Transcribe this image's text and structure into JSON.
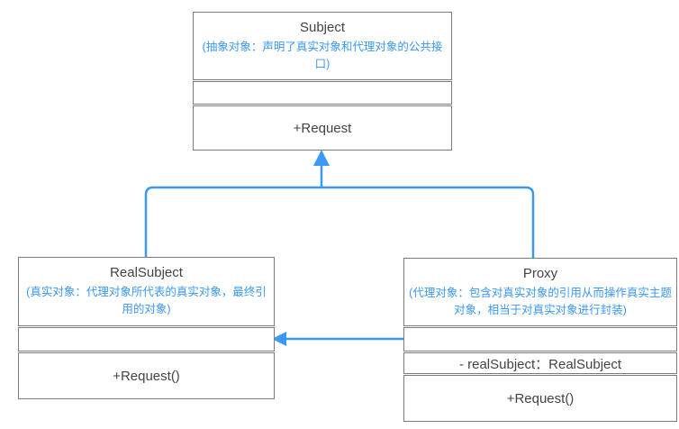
{
  "diagram": {
    "name": "Proxy pattern UML class diagram",
    "colors": {
      "accent": "#3b98f4",
      "border": "#7b7b7b",
      "text": "#434343"
    },
    "classes": {
      "subject": {
        "title": "Subject",
        "annotation": "(抽象对象：声明了真实对象和代理对象的公共接口)",
        "attributes": "",
        "methods": "+Request"
      },
      "realsubject": {
        "title": "RealSubject",
        "annotation": "(真实对象：代理对象所代表的真实对象，最终引用的对象)",
        "attributes": "",
        "methods": "+Request()"
      },
      "proxy": {
        "title": "Proxy",
        "annotation": "(代理对象：包含对真实对象的引用从而操作真实主题对象，相当于对真实对象进行封装)",
        "attributes": "- realSubject：RealSubject",
        "methods": "+Request()"
      }
    },
    "relationships": [
      {
        "type": "generalization",
        "from": "RealSubject",
        "to": "Subject"
      },
      {
        "type": "generalization",
        "from": "Proxy",
        "to": "Subject"
      },
      {
        "type": "association",
        "from": "Proxy",
        "to": "RealSubject"
      }
    ]
  }
}
